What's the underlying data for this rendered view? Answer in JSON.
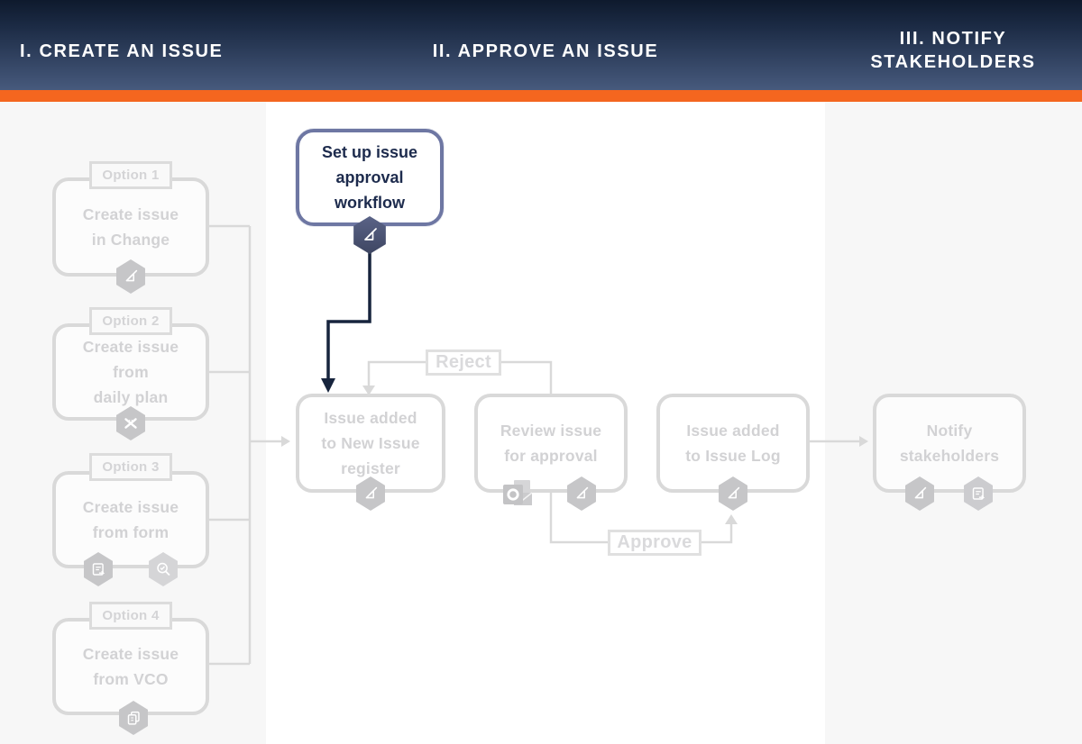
{
  "header": {
    "phase1": "I. CREATE AN ISSUE",
    "phase2": "II. APPROVE AN ISSUE",
    "phase3": "III. NOTIFY STAKEHOLDERS"
  },
  "colors": {
    "header-top": "#0e1a2d",
    "header-bottom": "#475a7d",
    "accent-orange": "#f4661f",
    "section-bg": "#f7f7f7",
    "middle-bg": "#ffffff",
    "faded-line": "#d9d9d9",
    "faded-text": "#d2d2d4",
    "faded-badge": "#c6c6c8",
    "active-border": "#6e77a3",
    "active-text": "#1d2b4d",
    "active-badge": "#4b5478",
    "arrow-dark": "#17243d"
  },
  "flow": {
    "options": [
      {
        "tag": "Option 1",
        "lines": [
          "Create issue",
          "in Change"
        ],
        "icons": [
          "set-square-icon"
        ]
      },
      {
        "tag": "Option 2",
        "lines": [
          "Create issue",
          "from",
          "daily plan"
        ],
        "icons": [
          "crossed-tools-icon"
        ]
      },
      {
        "tag": "Option 3",
        "lines": [
          "Create issue",
          "from form"
        ],
        "icons": [
          "form-icon",
          "search-check-icon"
        ]
      },
      {
        "tag": "Option 4",
        "lines": [
          "Create issue",
          "from VCO"
        ],
        "icons": [
          "copy-icon"
        ]
      }
    ],
    "setup": {
      "lines": [
        "Set up issue",
        "approval",
        "workflow"
      ],
      "icons": [
        "set-square-icon"
      ]
    },
    "register": {
      "lines": [
        "Issue added",
        "to New Issue",
        "register"
      ],
      "icons": [
        "set-square-icon"
      ]
    },
    "review": {
      "lines": [
        "Review issue",
        "for approval"
      ],
      "icons": [
        "outlook-icon",
        "set-square-icon"
      ]
    },
    "issue_log": {
      "lines": [
        "Issue added",
        "to Issue Log"
      ],
      "icons": [
        "set-square-icon"
      ]
    },
    "notify": {
      "lines": [
        "Notify",
        "stakeholders"
      ],
      "icons": [
        "set-square-icon",
        "form-icon"
      ]
    },
    "reject_label": "Reject",
    "approve_label": "Approve"
  }
}
